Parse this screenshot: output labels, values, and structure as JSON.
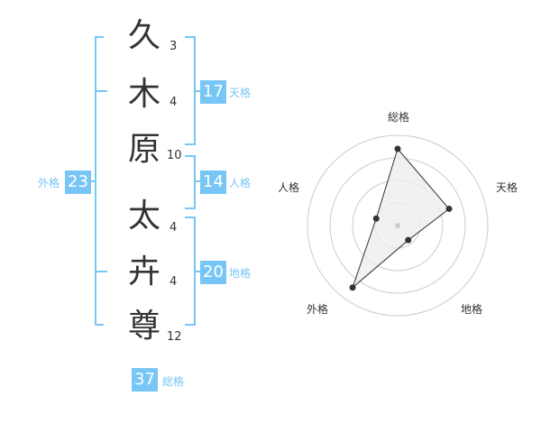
{
  "name": {
    "characters": [
      {
        "char": "久",
        "strokes": "3"
      },
      {
        "char": "木",
        "strokes": "4"
      },
      {
        "char": "原",
        "strokes": "10"
      },
      {
        "char": "太",
        "strokes": "4"
      },
      {
        "char": "卉",
        "strokes": "4"
      },
      {
        "char": "尊",
        "strokes": "12"
      }
    ]
  },
  "kakusu": {
    "tenkaku": {
      "value": "17",
      "label": "天格"
    },
    "jinkaku": {
      "value": "14",
      "label": "人格"
    },
    "chikaku": {
      "value": "20",
      "label": "地格"
    },
    "gaikaku": {
      "value": "23",
      "label": "外格"
    },
    "soukaku": {
      "value": "37",
      "label": "総格"
    }
  },
  "colors": {
    "accent": "#77c6f5",
    "text": "#333333",
    "grid": "#cccccc",
    "fill": "#eeeeee"
  },
  "chart_data": {
    "type": "radar",
    "axes": [
      "総格",
      "天格",
      "地格",
      "外格",
      "人格"
    ],
    "values": [
      0.85,
      0.6,
      0.2,
      0.85,
      0.25
    ],
    "rings": 4,
    "grid": true
  }
}
